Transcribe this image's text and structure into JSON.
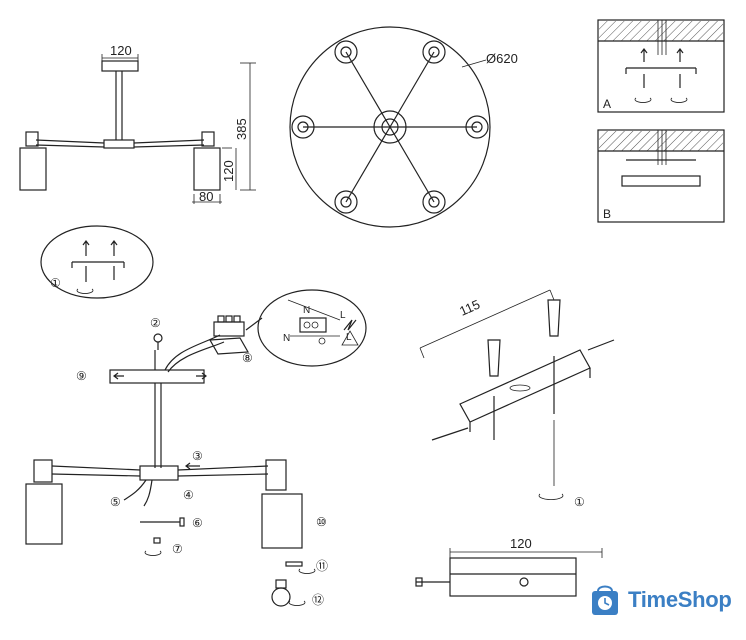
{
  "dimensions": {
    "canopy_width": "120",
    "overall_height": "385",
    "shade_height": "120",
    "shade_width": "80",
    "diameter": "Ø620",
    "bracket_length": "115",
    "bracket_width": "120"
  },
  "panel_labels": {
    "a": "A",
    "b": "B"
  },
  "wiring_labels": {
    "n1": "N",
    "l1": "L",
    "n2": "N",
    "l2": "L"
  },
  "steps": [
    "①",
    "②",
    "③",
    "④",
    "⑤",
    "⑥",
    "⑦",
    "⑧",
    "⑨",
    "⑩",
    "⑪",
    "⑫"
  ],
  "brand": {
    "name": "TimeShop",
    "color": "#3b7fc4"
  }
}
